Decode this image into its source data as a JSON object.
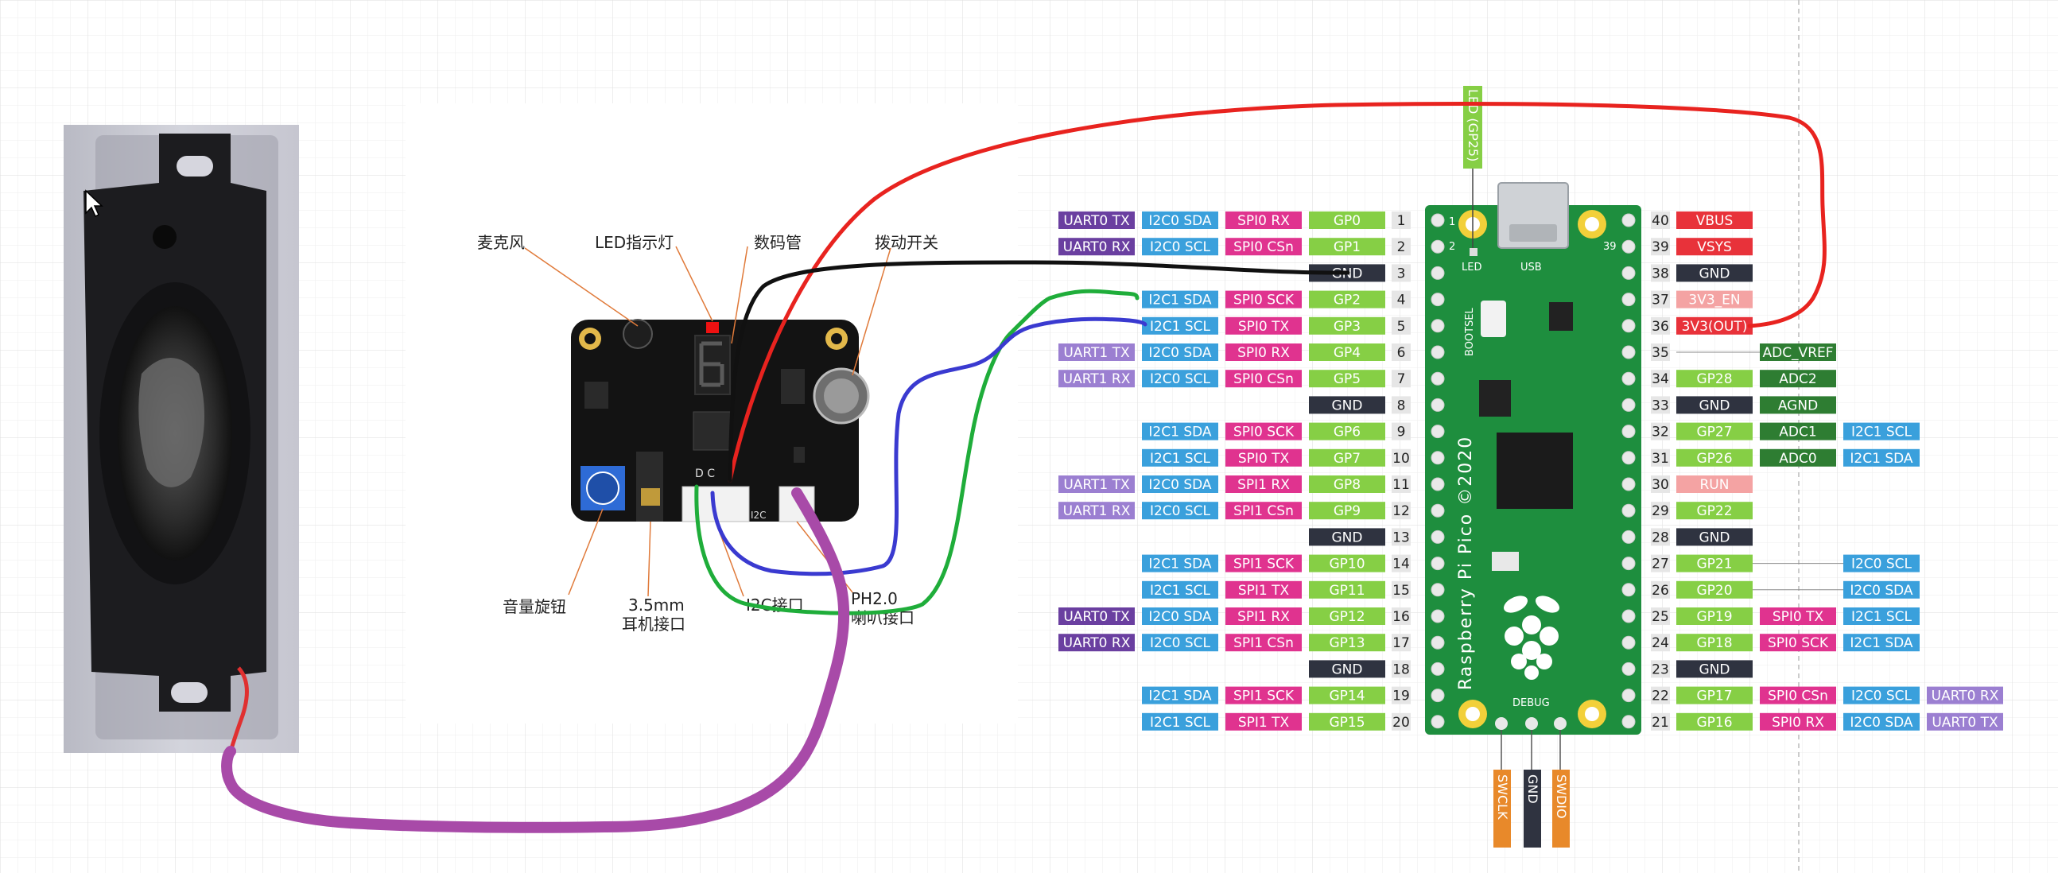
{
  "module": {
    "callouts": [
      {
        "id": "mic",
        "text": "麦克风"
      },
      {
        "id": "led",
        "text": "LED指示灯"
      },
      {
        "id": "seg",
        "text": "数码管"
      },
      {
        "id": "switch",
        "text": "拨动开关"
      },
      {
        "id": "vol",
        "text": "音量旋钮"
      },
      {
        "id": "jack1",
        "text": "3.5mm"
      },
      {
        "id": "jack2",
        "text": "耳机接口"
      },
      {
        "id": "i2c",
        "text": "I2C接口"
      },
      {
        "id": "ph1",
        "text": "PH2.0"
      },
      {
        "id": "ph2",
        "text": "喇叭接口"
      }
    ],
    "dc_label": "D C",
    "i2c_label": "I2C"
  },
  "pico": {
    "board_text": "Raspberry Pi Pico ©2020",
    "bootsel": "BOOTSEL",
    "usb": "USB",
    "led": "LED",
    "debug": "DEBUG",
    "led_pin_tag": "LED (GP25)",
    "pin_corner_1": "1",
    "pin_corner_2": "2",
    "pin_corner_39": "39",
    "debug_pins": [
      "SWCLK",
      "GND",
      "SWDIO"
    ],
    "left_pins": [
      {
        "num": "1",
        "labels": [
          [
            "UART0 TX",
            "uart"
          ],
          [
            "I2C0 SDA",
            "i2c"
          ],
          [
            "SPI0 RX",
            "spi"
          ],
          [
            "GP0",
            "gp"
          ]
        ]
      },
      {
        "num": "2",
        "labels": [
          [
            "UART0 RX",
            "uart"
          ],
          [
            "I2C0 SCL",
            "i2c"
          ],
          [
            "SPI0 CSn",
            "spi"
          ],
          [
            "GP1",
            "gp"
          ]
        ]
      },
      {
        "num": "3",
        "labels": [
          [
            "GND",
            "gnd"
          ]
        ]
      },
      {
        "num": "4",
        "labels": [
          [
            "I2C1 SDA",
            "i2c"
          ],
          [
            "SPI0 SCK",
            "spi"
          ],
          [
            "GP2",
            "gp"
          ]
        ]
      },
      {
        "num": "5",
        "labels": [
          [
            "I2C1 SCL",
            "i2c"
          ],
          [
            "SPI0 TX",
            "spi"
          ],
          [
            "GP3",
            "gp"
          ]
        ]
      },
      {
        "num": "6",
        "labels": [
          [
            "UART1 TX",
            "uart1"
          ],
          [
            "I2C0 SDA",
            "i2c"
          ],
          [
            "SPI0 RX",
            "spi"
          ],
          [
            "GP4",
            "gp"
          ]
        ]
      },
      {
        "num": "7",
        "labels": [
          [
            "UART1 RX",
            "uart1"
          ],
          [
            "I2C0 SCL",
            "i2c"
          ],
          [
            "SPI0 CSn",
            "spi"
          ],
          [
            "GP5",
            "gp"
          ]
        ]
      },
      {
        "num": "8",
        "labels": [
          [
            "GND",
            "gnd"
          ]
        ]
      },
      {
        "num": "9",
        "labels": [
          [
            "I2C1 SDA",
            "i2c"
          ],
          [
            "SPI0 SCK",
            "spi"
          ],
          [
            "GP6",
            "gp"
          ]
        ]
      },
      {
        "num": "10",
        "labels": [
          [
            "I2C1 SCL",
            "i2c"
          ],
          [
            "SPI0 TX",
            "spi"
          ],
          [
            "GP7",
            "gp"
          ]
        ]
      },
      {
        "num": "11",
        "labels": [
          [
            "UART1 TX",
            "uart1"
          ],
          [
            "I2C0 SDA",
            "i2c"
          ],
          [
            "SPI1 RX",
            "spi"
          ],
          [
            "GP8",
            "gp"
          ]
        ]
      },
      {
        "num": "12",
        "labels": [
          [
            "UART1 RX",
            "uart1"
          ],
          [
            "I2C0 SCL",
            "i2c"
          ],
          [
            "SPI1 CSn",
            "spi"
          ],
          [
            "GP9",
            "gp"
          ]
        ]
      },
      {
        "num": "13",
        "labels": [
          [
            "GND",
            "gnd"
          ]
        ]
      },
      {
        "num": "14",
        "labels": [
          [
            "I2C1 SDA",
            "i2c"
          ],
          [
            "SPI1 SCK",
            "spi"
          ],
          [
            "GP10",
            "gp"
          ]
        ]
      },
      {
        "num": "15",
        "labels": [
          [
            "I2C1 SCL",
            "i2c"
          ],
          [
            "SPI1 TX",
            "spi"
          ],
          [
            "GP11",
            "gp"
          ]
        ]
      },
      {
        "num": "16",
        "labels": [
          [
            "UART0 TX",
            "uart"
          ],
          [
            "I2C0 SDA",
            "i2c"
          ],
          [
            "SPI1 RX",
            "spi"
          ],
          [
            "GP12",
            "gp"
          ]
        ]
      },
      {
        "num": "17",
        "labels": [
          [
            "UART0 RX",
            "uart"
          ],
          [
            "I2C0 SCL",
            "i2c"
          ],
          [
            "SPI1 CSn",
            "spi"
          ],
          [
            "GP13",
            "gp"
          ]
        ]
      },
      {
        "num": "18",
        "labels": [
          [
            "GND",
            "gnd"
          ]
        ]
      },
      {
        "num": "19",
        "labels": [
          [
            "I2C1 SDA",
            "i2c"
          ],
          [
            "SPI1 SCK",
            "spi"
          ],
          [
            "GP14",
            "gp"
          ]
        ]
      },
      {
        "num": "20",
        "labels": [
          [
            "I2C1 SCL",
            "i2c"
          ],
          [
            "SPI1 TX",
            "spi"
          ],
          [
            "GP15",
            "gp"
          ]
        ]
      }
    ],
    "right_pins": [
      {
        "num": "40",
        "labels": [
          [
            "VBUS",
            "pwr"
          ]
        ]
      },
      {
        "num": "39",
        "labels": [
          [
            "VSYS",
            "pwr"
          ]
        ]
      },
      {
        "num": "38",
        "labels": [
          [
            "GND",
            "gnd"
          ]
        ]
      },
      {
        "num": "37",
        "labels": [
          [
            "3V3_EN",
            "ctrl"
          ]
        ]
      },
      {
        "num": "36",
        "labels": [
          [
            "3V3(OUT)",
            "pwr"
          ]
        ]
      },
      {
        "num": "35",
        "labels": [
          [
            "",
            "none"
          ],
          [
            "ADC_VREF",
            "adc"
          ]
        ]
      },
      {
        "num": "34",
        "labels": [
          [
            "GP28",
            "gp"
          ],
          [
            "ADC2",
            "adc"
          ]
        ]
      },
      {
        "num": "33",
        "labels": [
          [
            "GND",
            "gnd"
          ],
          [
            "AGND",
            "adc"
          ]
        ]
      },
      {
        "num": "32",
        "labels": [
          [
            "GP27",
            "gp"
          ],
          [
            "ADC1",
            "adc"
          ],
          [
            "I2C1 SCL",
            "i2c"
          ]
        ]
      },
      {
        "num": "31",
        "labels": [
          [
            "GP26",
            "gp"
          ],
          [
            "ADC0",
            "adc"
          ],
          [
            "I2C1 SDA",
            "i2c"
          ]
        ]
      },
      {
        "num": "30",
        "labels": [
          [
            "RUN",
            "ctrl"
          ]
        ]
      },
      {
        "num": "29",
        "labels": [
          [
            "GP22",
            "gp"
          ]
        ]
      },
      {
        "num": "28",
        "labels": [
          [
            "GND",
            "gnd"
          ]
        ]
      },
      {
        "num": "27",
        "labels": [
          [
            "GP21",
            "gp"
          ],
          [
            "",
            "none"
          ],
          [
            "I2C0 SCL",
            "i2c"
          ]
        ]
      },
      {
        "num": "26",
        "labels": [
          [
            "GP20",
            "gp"
          ],
          [
            "",
            "none"
          ],
          [
            "I2C0 SDA",
            "i2c"
          ]
        ]
      },
      {
        "num": "25",
        "labels": [
          [
            "GP19",
            "gp"
          ],
          [
            "SPI0 TX",
            "spi"
          ],
          [
            "I2C1 SCL",
            "i2c"
          ]
        ]
      },
      {
        "num": "24",
        "labels": [
          [
            "GP18",
            "gp"
          ],
          [
            "SPI0 SCK",
            "spi"
          ],
          [
            "I2C1 SDA",
            "i2c"
          ]
        ]
      },
      {
        "num": "23",
        "labels": [
          [
            "GND",
            "gnd"
          ]
        ]
      },
      {
        "num": "22",
        "labels": [
          [
            "GP17",
            "gp"
          ],
          [
            "SPI0 CSn",
            "spi"
          ],
          [
            "I2C0 SCL",
            "i2c"
          ],
          [
            "UART0 RX",
            "uart1"
          ]
        ]
      },
      {
        "num": "21",
        "labels": [
          [
            "GP16",
            "gp"
          ],
          [
            "SPI0 RX",
            "spi"
          ],
          [
            "I2C0 SDA",
            "i2c"
          ],
          [
            "UART0 TX",
            "uart1"
          ]
        ]
      }
    ]
  },
  "colors": {
    "uart": "#6a3fa0",
    "uart1": "#9b7fd1",
    "i2c": "#3aa0dc",
    "spi": "#e0338f",
    "gp": "#86cf45",
    "gnd": "#2f3340",
    "pwr": "#e8323a",
    "ctrl": "#f4a3a3",
    "adc": "#2e7d32",
    "board": "#1e8e3e",
    "wire_red": "#e8231f",
    "wire_black": "#111111",
    "wire_green": "#1fad3a",
    "wire_blue": "#3a3ad0",
    "wire_purple": "#a84aa8"
  }
}
